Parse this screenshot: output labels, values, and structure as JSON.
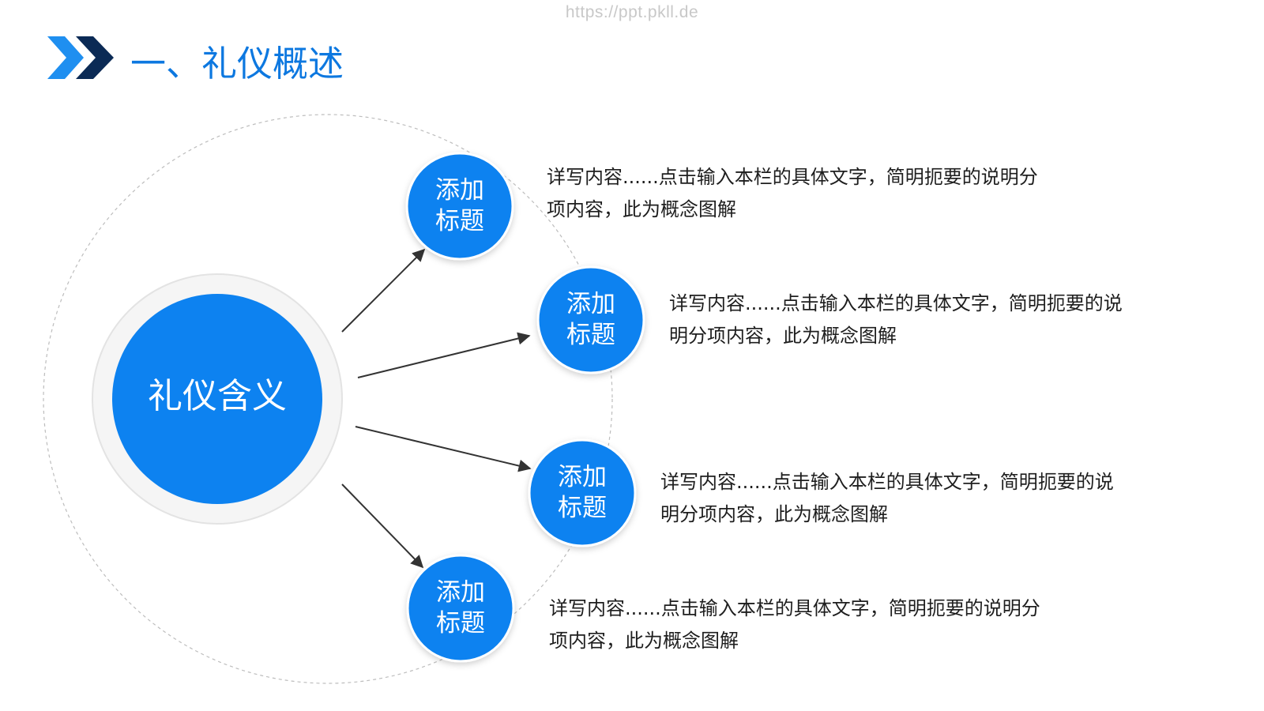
{
  "watermark": "https://ppt.pkll.de",
  "header": {
    "title": "一、礼仪概述",
    "icon": "double-chevron-right-icon",
    "colors": {
      "chevron_light": "#1f8ff0",
      "chevron_dark": "#0b2a55"
    }
  },
  "diagram": {
    "center_label": "礼仪含义",
    "colors": {
      "node_fill": "#0d82f0",
      "ring_fill": "#f5f5f5",
      "ring_stroke": "#e3e3e3",
      "dashed_orbit": "#bdbdbd",
      "arrow": "#333333"
    },
    "nodes": [
      {
        "line1": "添加",
        "line2": "标题",
        "desc_line1": "详写内容......点击输入本栏的具体文字，简明扼要的说明分",
        "desc_line2": "项内容，此为概念图解"
      },
      {
        "line1": "添加",
        "line2": "标题",
        "desc_line1": "详写内容......点击输入本栏的具体文字，简明扼要的说",
        "desc_line2": "明分项内容，此为概念图解"
      },
      {
        "line1": "添加",
        "line2": "标题",
        "desc_line1": "详写内容......点击输入本栏的具体文字，简明扼要的说",
        "desc_line2": "明分项内容，此为概念图解"
      },
      {
        "line1": "添加",
        "line2": "标题",
        "desc_line1": "详写内容......点击输入本栏的具体文字，简明扼要的说明分",
        "desc_line2": "项内容，此为概念图解"
      }
    ]
  }
}
